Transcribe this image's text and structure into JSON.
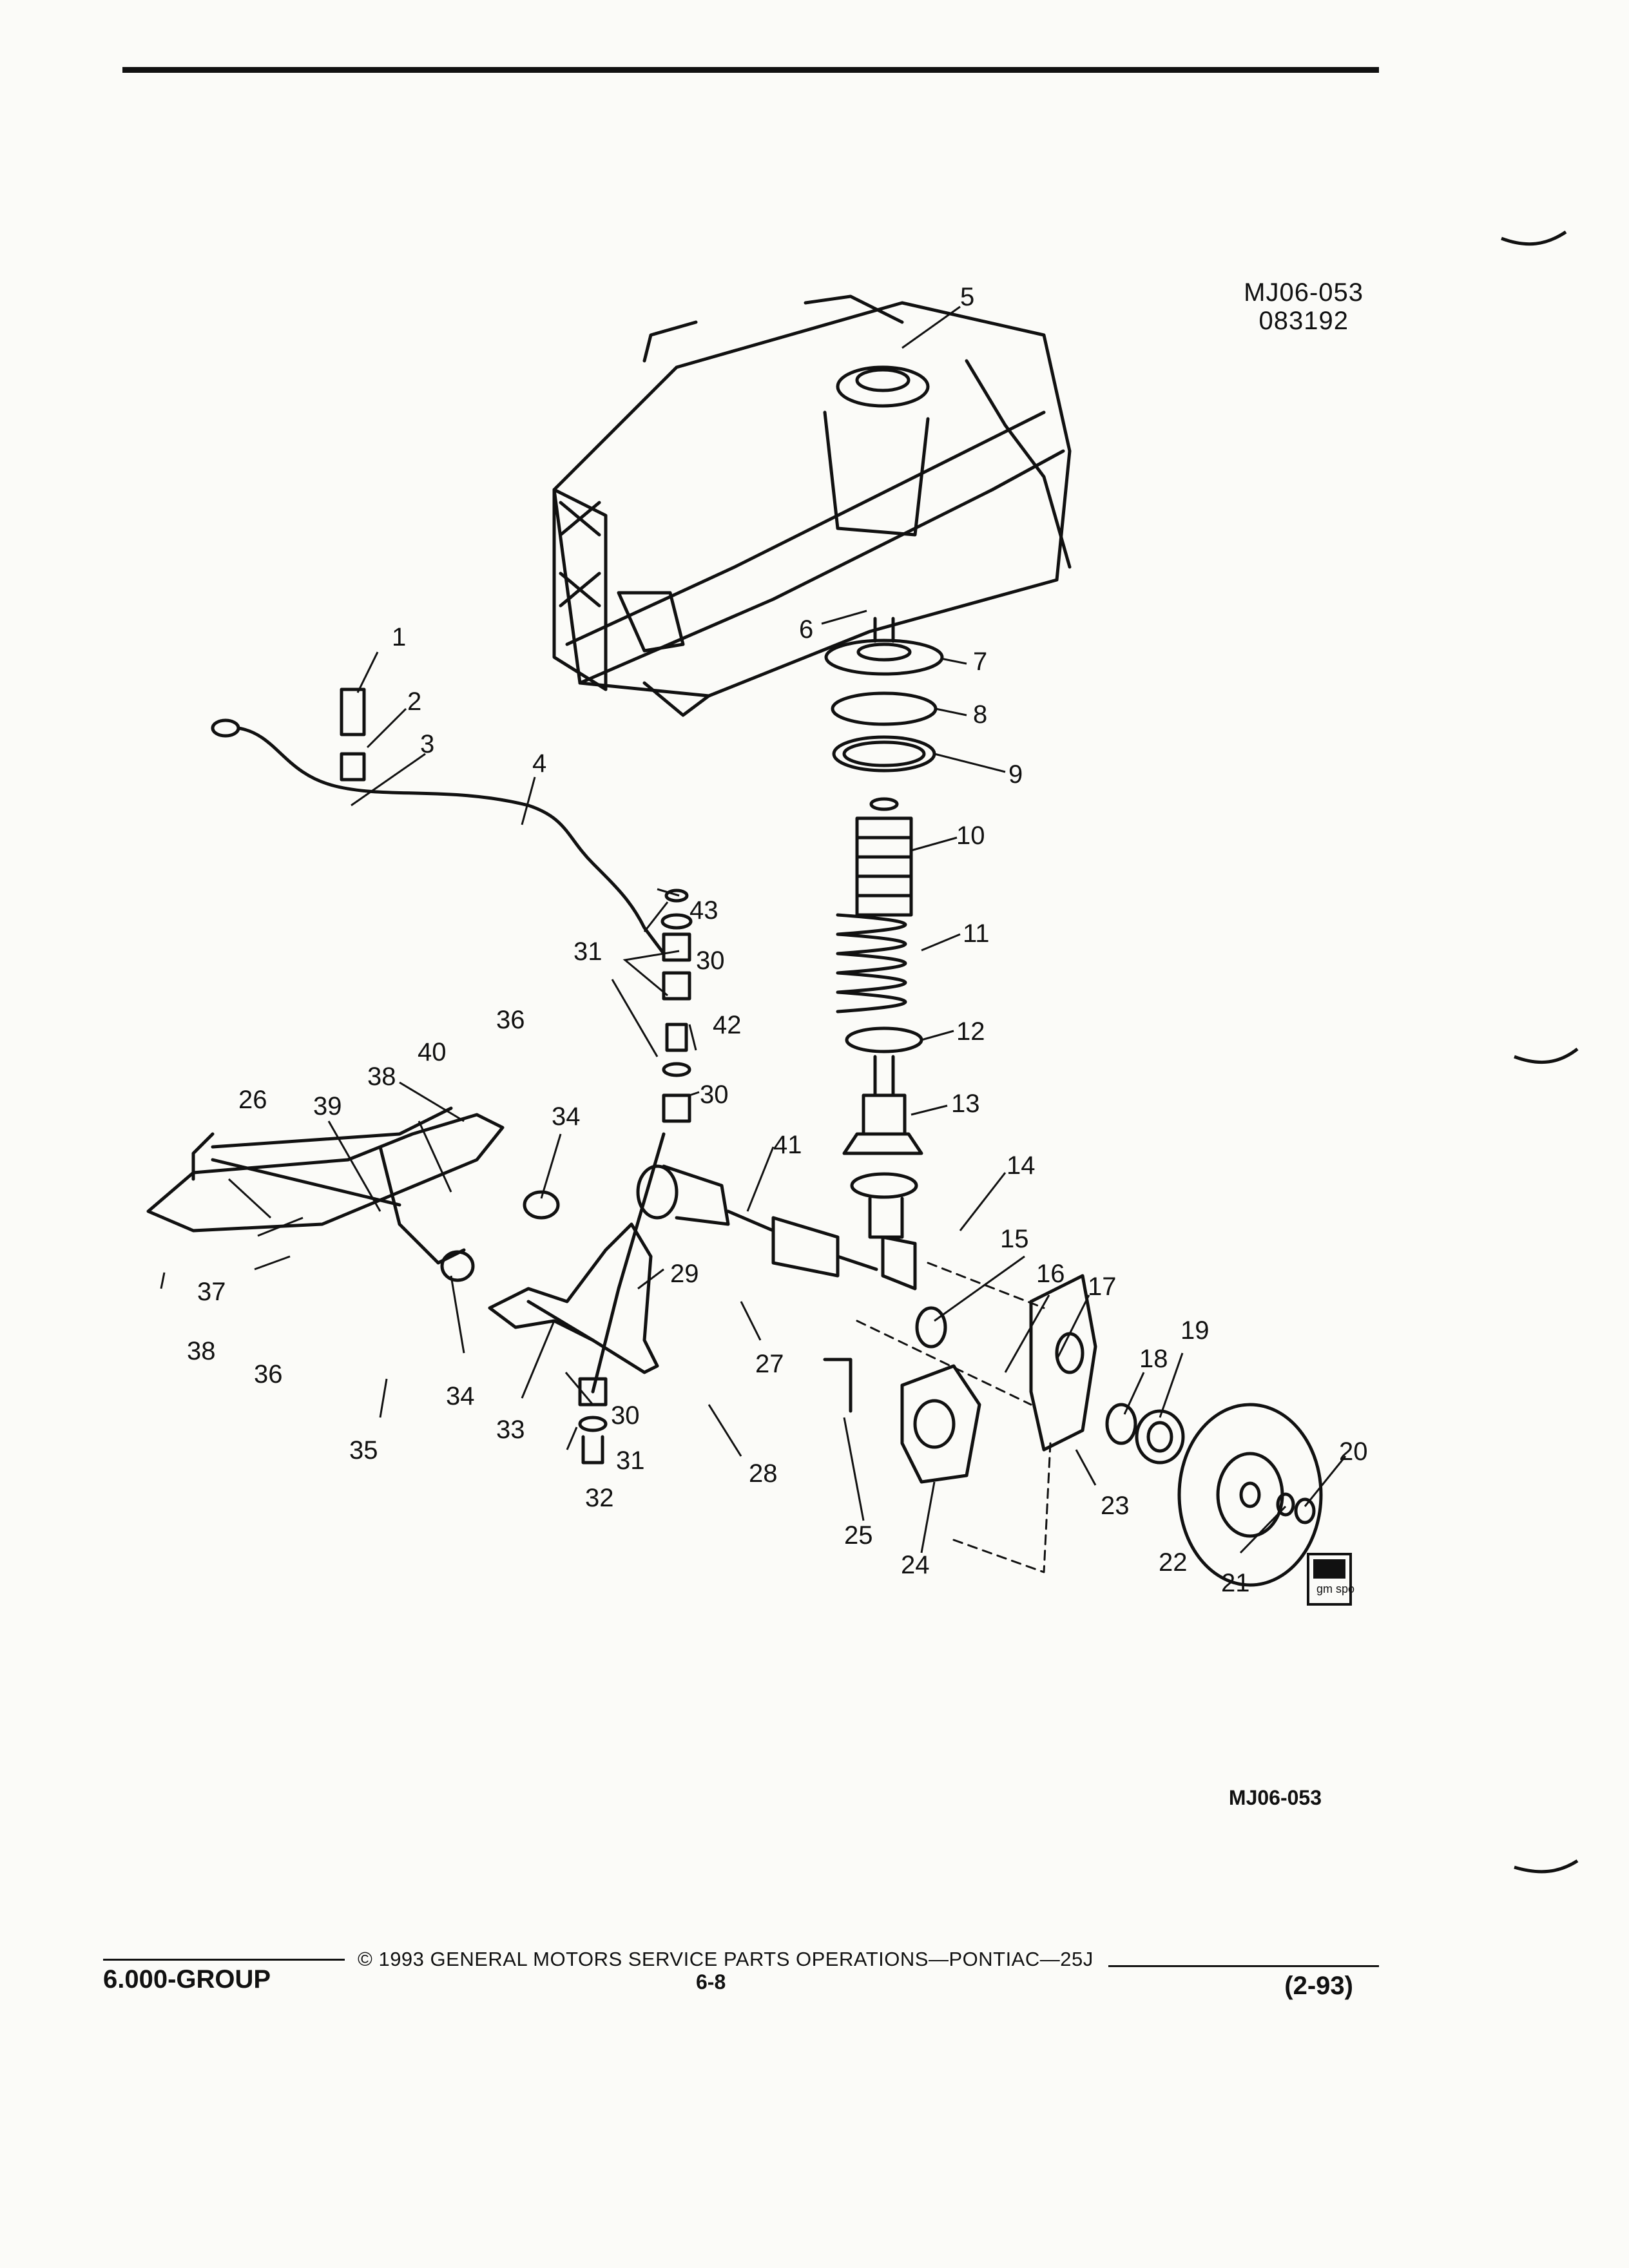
{
  "header": {
    "diagram_code": "MJ06-053",
    "diagram_date": "083192"
  },
  "callouts": [
    "1",
    "2",
    "3",
    "4",
    "5",
    "6",
    "7",
    "8",
    "9",
    "10",
    "11",
    "12",
    "13",
    "14",
    "15",
    "16",
    "17",
    "18",
    "19",
    "20",
    "21",
    "22",
    "23",
    "24",
    "25",
    "26",
    "27",
    "28",
    "29",
    "30",
    "30",
    "30",
    "31",
    "31",
    "32",
    "33",
    "34",
    "34",
    "35",
    "36",
    "36",
    "37",
    "38",
    "38",
    "39",
    "40",
    "41",
    "42",
    "43"
  ],
  "reference": "MJ06-053",
  "footer": {
    "copyright": "© 1993 GENERAL MOTORS SERVICE PARTS OPERATIONS—PONTIAC—25J",
    "group": "6.000-GROUP",
    "page": "6-8",
    "date": "(2-93)"
  },
  "logo_text": "gm spo"
}
